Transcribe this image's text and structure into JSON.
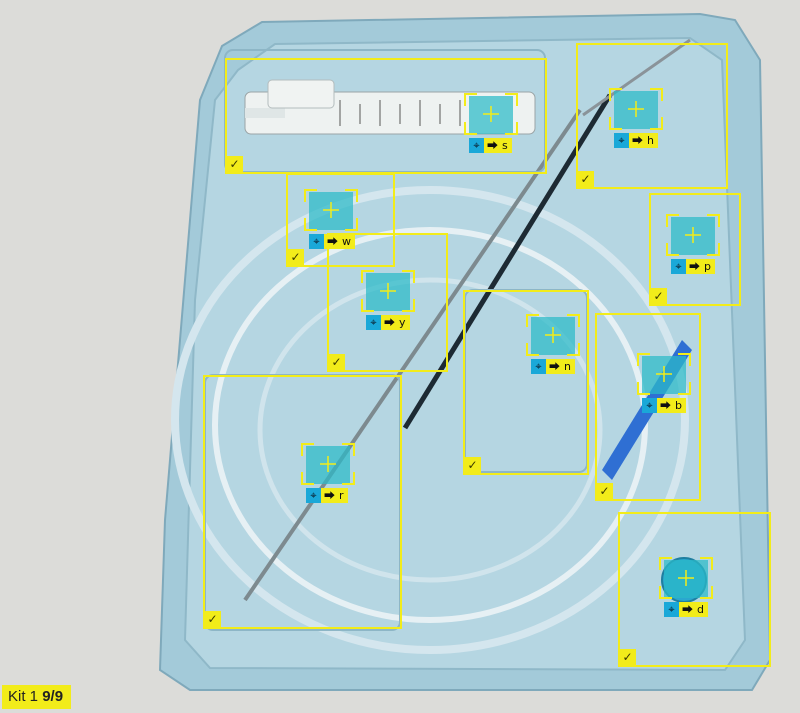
{
  "kit_counter": {
    "prefix": "Kit 1",
    "progress": "9/9"
  },
  "check_mark": "✓",
  "detection_icons": {
    "locate": "⌖",
    "next": "⮕"
  },
  "colors": {
    "box": "#f2ec1a",
    "marker": "#2bbac8",
    "marker_label": "#1aa8d8",
    "tray": "#a6ccda"
  },
  "detections": [
    {
      "id": "s",
      "label": "s",
      "status": "checked"
    },
    {
      "id": "h",
      "label": "h",
      "status": "checked"
    },
    {
      "id": "w",
      "label": "w",
      "status": "checked"
    },
    {
      "id": "p",
      "label": "p",
      "status": "checked"
    },
    {
      "id": "y",
      "label": "y",
      "status": "checked"
    },
    {
      "id": "n",
      "label": "n",
      "status": "checked"
    },
    {
      "id": "b",
      "label": "b",
      "status": "checked"
    },
    {
      "id": "r",
      "label": "r",
      "status": "checked"
    },
    {
      "id": "d",
      "label": "d",
      "status": "checked"
    }
  ]
}
